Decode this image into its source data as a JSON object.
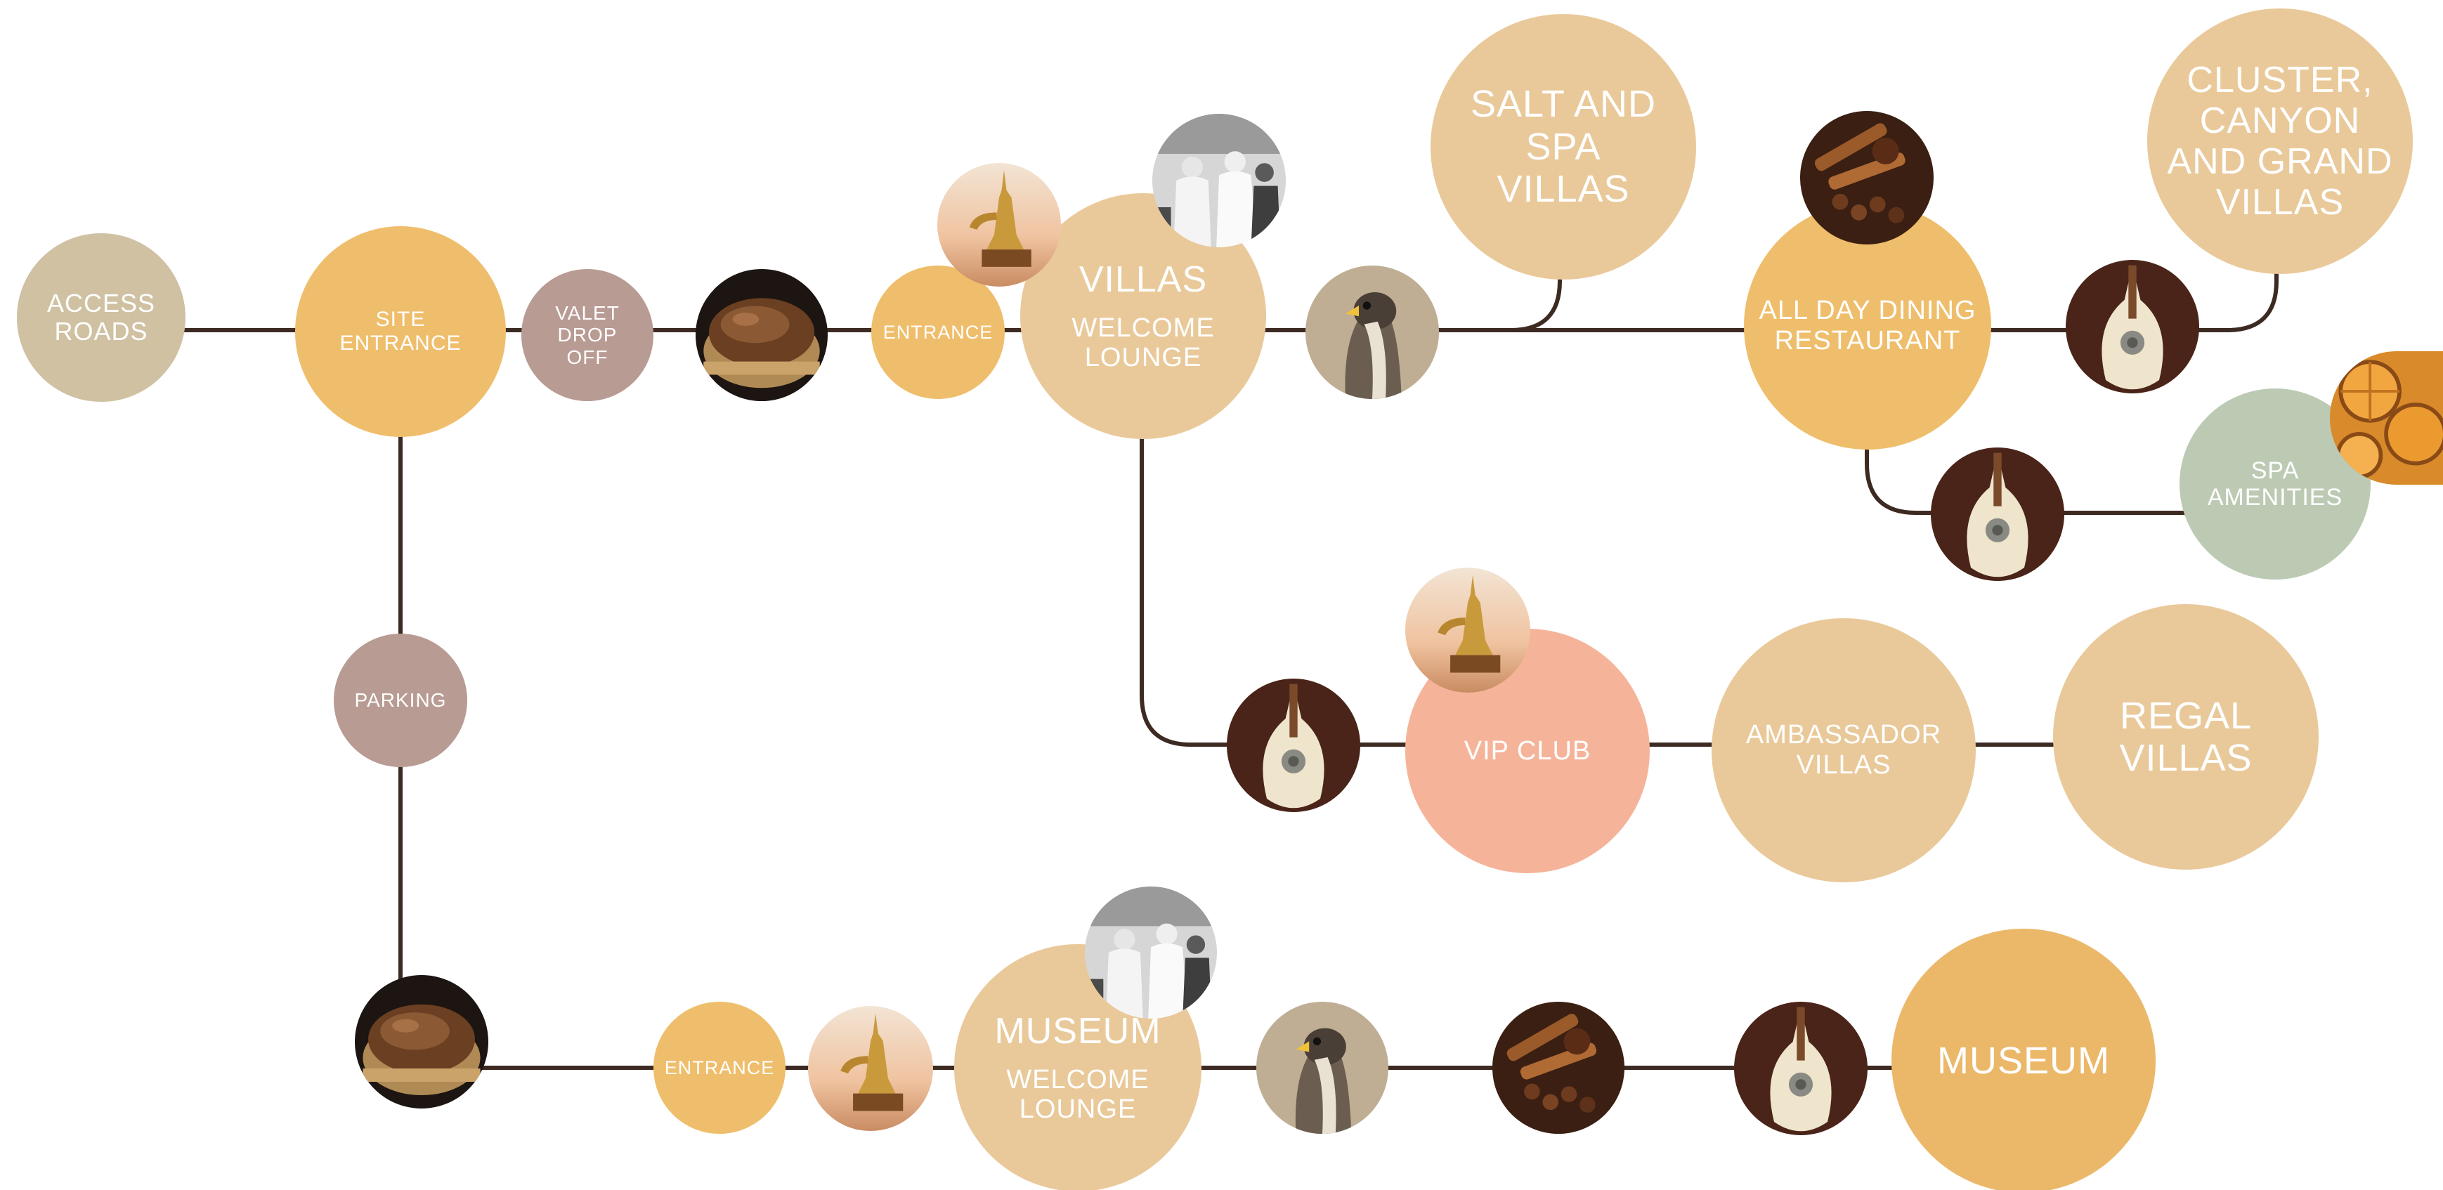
{
  "colors": {
    "line": "#3d2a22",
    "tan_dark": "#cfc1a2",
    "orange": "#efbe6c",
    "sand": "#e9c99a",
    "mauve": "#b89b93",
    "salmon": "#f5b49a",
    "sage": "#bccab3"
  },
  "nodes": {
    "access_roads": "ACCESS ROADS",
    "site_entrance": "SITE ENTRANCE",
    "valet": "VALET DROP OFF",
    "entrance_top": "ENTRANCE",
    "villas_title": "VILLAS",
    "villas_sub": "WELCOME LOUNGE",
    "salt_spa": "SALT AND SPA VILLAS",
    "dining": "ALL DAY DINING RESTAURANT",
    "cluster": "CLUSTER, CANYON AND GRAND VILLAS",
    "spa_amenities": "SPA AMENITIES",
    "parking": "PARKING",
    "vip": "VIP CLUB",
    "ambassador": "AMBASSADOR VILLAS",
    "regal": "REGAL VILLAS",
    "entrance_bottom": "ENTRANCE",
    "museum_title": "MUSEUM",
    "museum_sub": "WELCOME LOUNGE",
    "museum": "MUSEUM"
  },
  "photos": [
    "dessert-photo",
    "coffee-pot-photo",
    "guests-photo",
    "falcon-photo",
    "spices-photo",
    "oud-photo",
    "oud-photo",
    "orange-slices-photo",
    "coffee-pot-photo",
    "oud-photo",
    "dessert-photo",
    "coffee-pot-photo",
    "guests-photo",
    "falcon-photo",
    "spices-photo",
    "oud-photo"
  ]
}
